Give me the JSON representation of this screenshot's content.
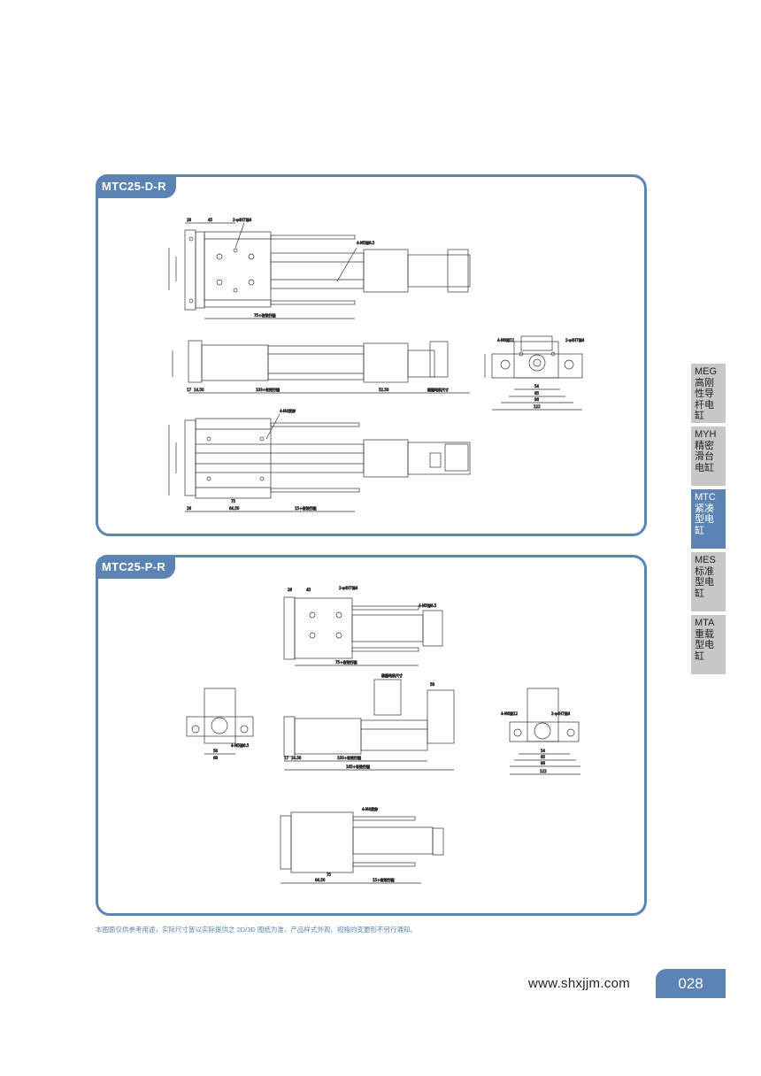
{
  "panels": [
    {
      "title": "MTC25-D-R"
    },
    {
      "title": "MTC25-P-R"
    }
  ],
  "labels": {
    "d_top": [
      "28",
      "45",
      "2-φ4H7深4",
      "4-M5深6.5",
      "75+有效行程"
    ],
    "d_mid": [
      "17",
      "14.50",
      "103+有效行程",
      "52.50",
      "根据电机尺寸"
    ],
    "d_end": [
      "4-M6深12",
      "2-φ4H7深4",
      "54",
      "65",
      "96",
      "122"
    ],
    "d_bot": [
      "4-M4贯穿",
      "26",
      "75",
      "64.50",
      "15+有效行程"
    ],
    "p_top": [
      "28",
      "45",
      "2-φ4H7深4",
      "4-M5深6.5",
      "75+有效行程"
    ],
    "p_left": [
      "4-M5深6.5",
      "58",
      "68"
    ],
    "p_mid": [
      "根据电机尺寸",
      "58",
      "103+有效行程",
      "165+有效行程",
      "17",
      "14.50"
    ],
    "p_right": [
      "4-M6深12",
      "2-φ4H7深4",
      "54",
      "65",
      "96",
      "122"
    ],
    "p_bot": [
      "4-M4贯穿",
      "75",
      "64.50",
      "15+有效行程"
    ]
  },
  "side_tabs": [
    {
      "code": "MEG",
      "name": "高刚性导杆电缸"
    },
    {
      "code": "MYH",
      "name": "精密滑台电缸"
    },
    {
      "code": "MTC",
      "name": "紧凑型电缸",
      "active": true
    },
    {
      "code": "MES",
      "name": "标准型电缸"
    },
    {
      "code": "MTA",
      "name": "重载型电缸"
    }
  ],
  "footnote": "本图面仅供参考用途，实际尺寸皆以实际提供之 2D/3D 图纸为准，产品样式外观、规格的变更形不另行通知。",
  "website": "www.shxjjm.com",
  "page_number": "028",
  "colors": {
    "accent": "#5b84b5",
    "tab_inactive": "#c7c7c7"
  }
}
